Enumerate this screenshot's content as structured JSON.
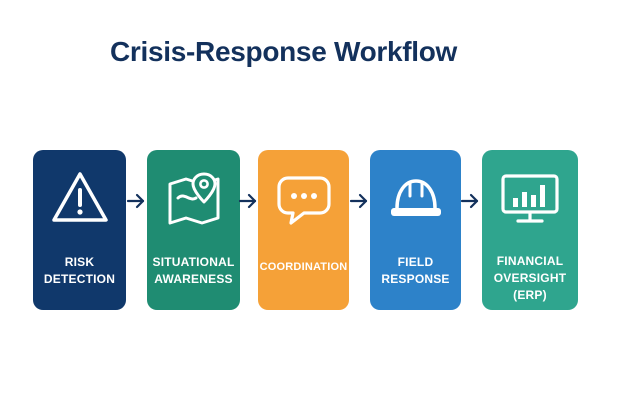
{
  "title": "Crisis-Response Workflow",
  "steps": [
    {
      "lines": [
        "RISK",
        "DETECTION"
      ],
      "icon": "warning-triangle-icon",
      "color": "#10386b"
    },
    {
      "lines": [
        "SITUATIONAL",
        "AWARENESS"
      ],
      "icon": "map-pin-icon",
      "color": "#1f8c72"
    },
    {
      "lines": [
        "COORDINATION"
      ],
      "icon": "chat-bubble-icon",
      "color": "#f5a138"
    },
    {
      "lines": [
        "FIELD",
        "RESPONSE"
      ],
      "icon": "hard-hat-icon",
      "color": "#2d82c9"
    },
    {
      "lines": [
        "FINANCIAL",
        "OVERSIGHT",
        "(ERP)"
      ],
      "icon": "monitor-chart-icon",
      "color": "#2fa58e"
    }
  ],
  "colors": {
    "title": "#13315c",
    "arrow": "#13315c"
  }
}
